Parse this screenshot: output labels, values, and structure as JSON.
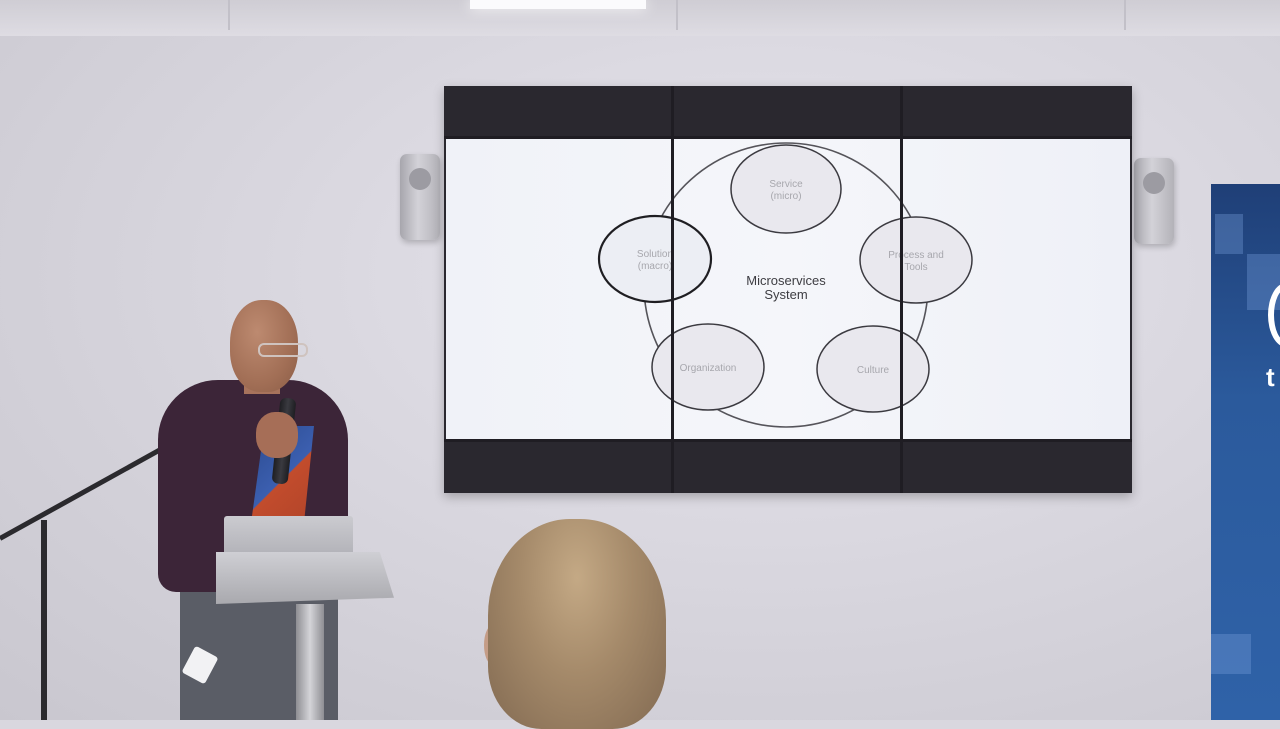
{
  "slide": {
    "center_label_line1": "Microservices",
    "center_label_line2": "System",
    "nodes": [
      {
        "id": "service",
        "line1": "Service",
        "line2": "(micro)",
        "highlighted": false
      },
      {
        "id": "process-and-tools",
        "line1": "Process and",
        "line2": "Tools",
        "highlighted": false
      },
      {
        "id": "culture",
        "line1": "Culture",
        "line2": "",
        "highlighted": false
      },
      {
        "id": "organization",
        "line1": "Organization",
        "line2": "",
        "highlighted": false
      },
      {
        "id": "solution",
        "line1": "Solution",
        "line2": "(macro)",
        "highlighted": true
      }
    ],
    "colors": {
      "node_fill": "#e9e8ee",
      "node_stroke": "#3b3a40",
      "node_highlight_fill": "#eceef4",
      "node_highlight_stroke": "#1f1e22",
      "node_text": "#a7a7ad",
      "center_text": "#3d3d42",
      "ring": "#55545a"
    }
  },
  "banner": {
    "letter": "t"
  }
}
